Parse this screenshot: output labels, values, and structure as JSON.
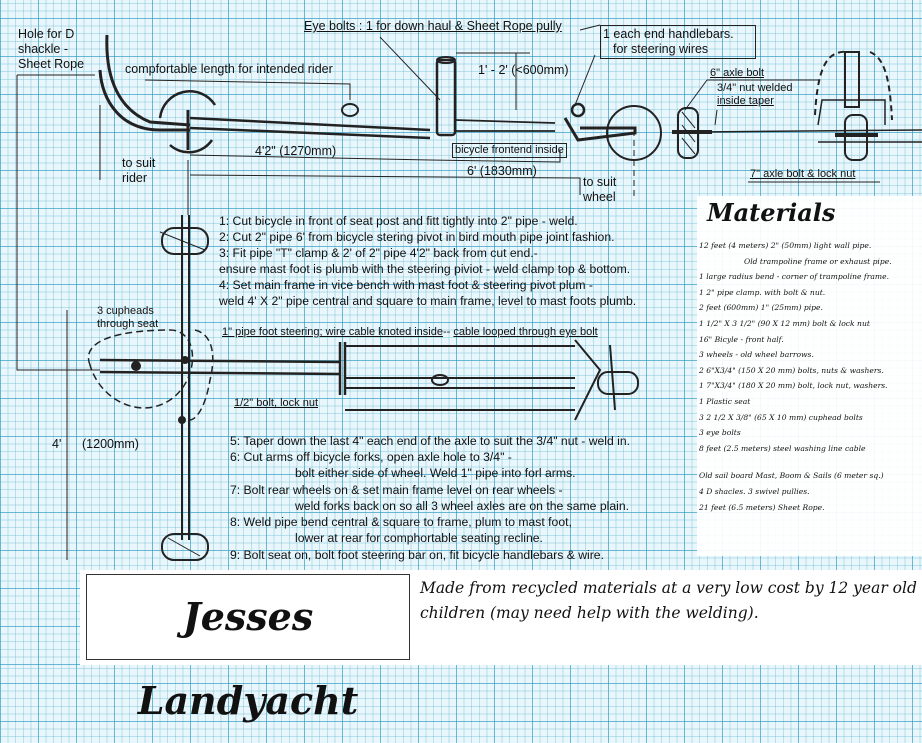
{
  "labels": {
    "hole_for_d_shackle": [
      "Hole for D",
      "shackle -",
      "Sheet Rope"
    ],
    "comfortable_length": "compfortable length for intended rider",
    "eye_bolts": "Eye bolts : 1 for down haul & Sheet Rope pully",
    "handlebars_box": [
      "1 each end handlebars.",
      "for steering wires"
    ],
    "mast_height": "1' - 2' (<600mm)",
    "axle_bolt_6": "6\" axle bolt",
    "nut_welded": [
      "3/4\" nut welded",
      "inside taper"
    ],
    "bicycle_frontend": "bicycle frontend inside",
    "seat_to_mast": "4'2\" (1270mm)",
    "to_suit_rider": [
      "to suit",
      "rider"
    ],
    "frame_length": "6' (1830mm)",
    "to_suit_wheel": [
      "to suit",
      "wheel"
    ],
    "axle_bolt_7": "7\" axle bolt & lock nut",
    "cupheads": [
      "3 cupheads",
      "through seat"
    ],
    "foot_steering": "1\" pipe foot steering; wire cable  knoted inside",
    "cable_looped": "cable looped through eye bolt",
    "half_bolt": "1/2\" bolt, lock nut",
    "axle_width": "4'",
    "axle_width_mm": "(1200mm)"
  },
  "steps_top": [
    "1: Cut bicycle in front of seat post and fitt tightly into 2\" pipe - weld.",
    "2: Cut 2\" pipe 6' from bicycle stering pivot in bird mouth pipe joint fashion.",
    "3: Fit pipe \"T\" clamp & 2' of 2\" pipe 4'2\" back from cut end.-",
    "ensure mast foot is plumb with the steering piviot - weld clamp top & bottom.",
    "4: Set main frame in vice bench with mast foot & steering pivot plum -",
    "weld 4' X 2\" pipe central and square to main frame, level to mast foots plumb."
  ],
  "steps_bottom": [
    "5: Taper down the last 4\" each end of the axle to suit the 3/4\" nut - weld in.",
    "6: Cut arms off bicycle forks, open axle hole to 3/4\" -",
    "bolt either side of wheel. Weld 1\" pipe into forl arms.",
    "7: Bolt rear wheels on & set main frame level on rear wheels -",
    "weld forks back on so all 3 wheel axles are on the same plain.",
    "8: Weld pipe bend central & square to frame, plum to mast foot,",
    "lower at rear for comphortable seating recline.",
    "9: Bolt seat on, bolt foot steering bar on, fit bicycle handlebars & wire."
  ],
  "materials": {
    "title": "Materials",
    "items": [
      "12 feet (4 meters) 2\" (50mm) light wall pipe.",
      "Old trampoline frame or exhaust pipe.",
      "1  large radius bend - corner of trampoline frame.",
      "1  2\" pipe clamp. with bolt & nut.",
      "2 feet (600mm) 1\" (25mm) pipe.",
      "1  1/2\" X 3 1/2\" (90 X 12 mm) bolt & lock nut",
      "16\" Bicyle - front half.",
      "3 wheels - old wheel barrows.",
      "2  6\"X3/4\" (150 X 20 mm) bolts, nuts & washers.",
      "1  7\"X3/4\" (180 X 20 mm) bolt, lock nut, washers.",
      "1  Plastic seat",
      "3  2 1/2 X 3/8\" (65 X 10 mm) cuphead bolts",
      "3  eye bolts",
      "8 feet (2.5 meters) steel washing line cable",
      "",
      "Old sail board Mast, Boom & Sails (6 meter sq.)",
      "4 D shacles.  3 swivel pullies.",
      "21 feet (6.5 meters) Sheet Rope."
    ]
  },
  "banner": {
    "title": "Jesses Landyacht",
    "description": "Made from recycled materials at a very low cost by 12 year old children (may need help with the welding)."
  }
}
